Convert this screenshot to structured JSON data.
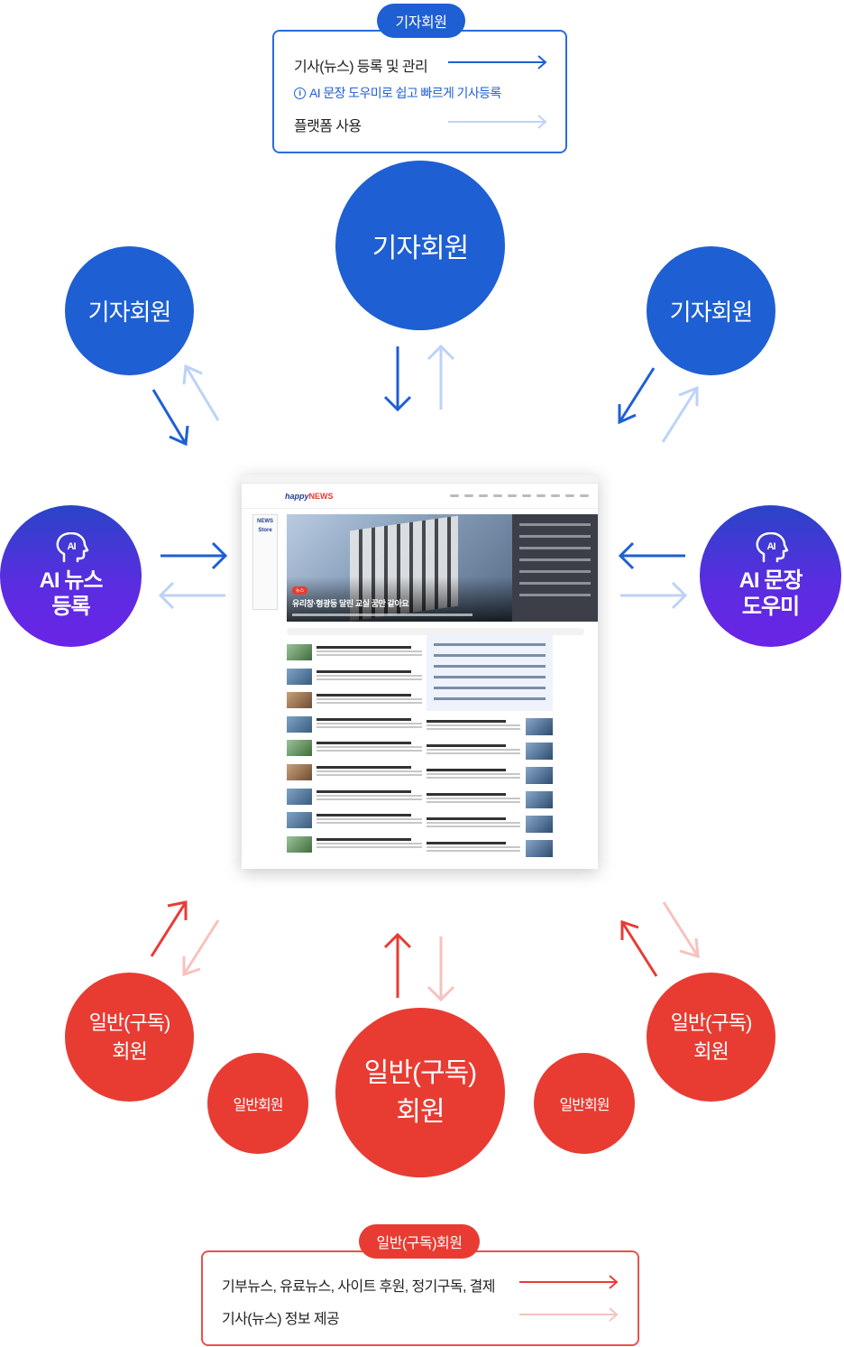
{
  "top_legend": {
    "badge": "기자회원",
    "row1": "기사(뉴스) 등록 및 관리",
    "hint": "AI 문장 도우미로 쉽고 빠르게 기사등록",
    "row3": "플랫폼 사용"
  },
  "blue_circles": {
    "center": "기자회원",
    "left": "기자회원",
    "right": "기자회원"
  },
  "ai_left": {
    "line1": "AI 뉴스",
    "line2": "등록"
  },
  "ai_right": {
    "line1": "AI 문장",
    "line2": "도우미"
  },
  "site": {
    "logo": "happy",
    "logo_accent": "NEWS",
    "store_line1": "NEWS",
    "store_line2": "Store",
    "hero_tag": "뉴스",
    "hero_headline": "유리창·형광등 달린 교실 꿈만 같아요"
  },
  "red_circles": {
    "center_line1": "일반(구독)",
    "center_line2": "회원",
    "left_line1": "일반(구독)",
    "left_line2": "회원",
    "right_line1": "일반(구독)",
    "right_line2": "회원",
    "small_left": "일반회원",
    "small_right": "일반회원"
  },
  "bottom_legend": {
    "badge": "일반(구독)회원",
    "row1": "기부뉴스, 유료뉴스, 사이트 후원, 정기구독, 결제",
    "row2": "기사(뉴스) 정보 제공"
  },
  "colors": {
    "blue": "#1e5fd3",
    "blue_light": "#bcd3f7",
    "red": "#e83c33",
    "red_light": "#f7c2be",
    "purple": "#5a2de0"
  }
}
